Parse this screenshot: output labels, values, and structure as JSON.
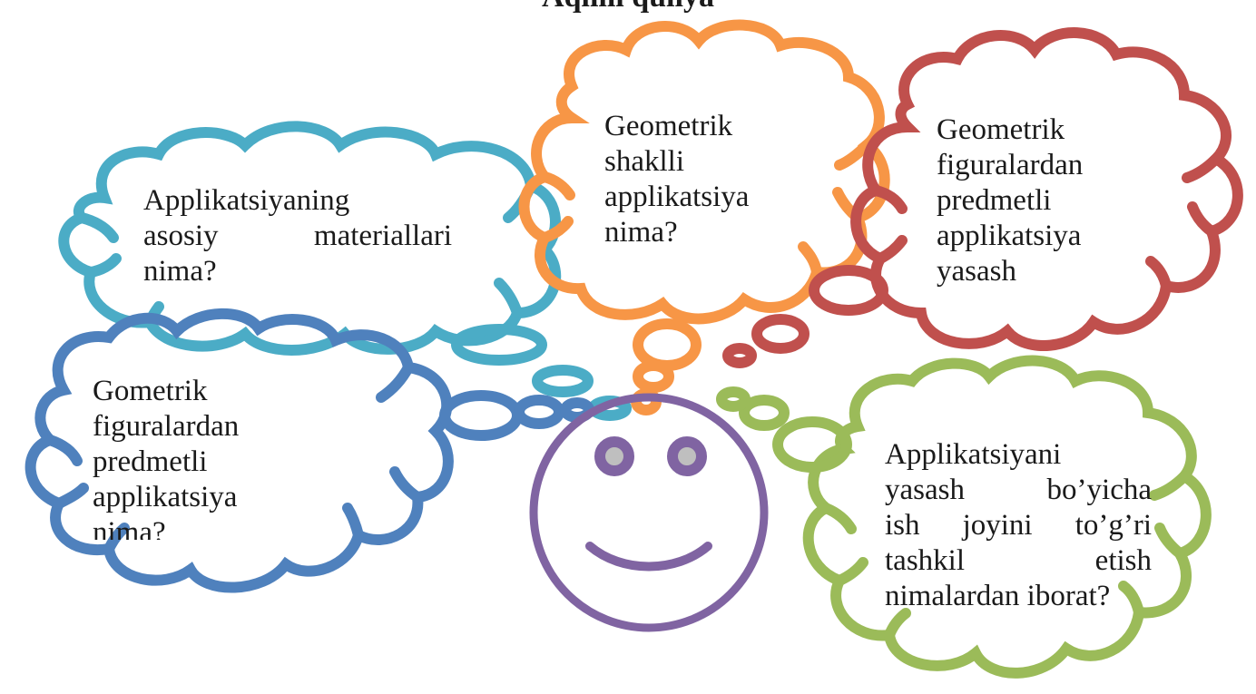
{
  "header": {
    "title": "Aqliiii quiiya"
  },
  "colors": {
    "cyan": "#4BACC6",
    "orange": "#F79646",
    "red": "#C0504D",
    "blue": "#4F81BD",
    "green": "#9BBB59",
    "purple": "#8064A2",
    "eye_fill": "#BFBFBF"
  },
  "bubbles": {
    "cyan": {
      "lines": [
        "Applikatsiyaning",
        "asosiy",
        "materiallari",
        "nima?"
      ]
    },
    "orange": {
      "lines": [
        "Geometrik",
        "shaklli",
        "applikatsiya",
        "nima?"
      ]
    },
    "red": {
      "lines": [
        "Geometrik",
        "figuralardan",
        "predmetli",
        "applikatsiya",
        "yasash"
      ]
    },
    "blue": {
      "lines": [
        "Gometrik",
        "figuralardan",
        "predmetli",
        "applikatsiya",
        "nima?"
      ]
    },
    "green": {
      "lines": [
        "Applikatsiyani",
        "yasash",
        "bo’yicha",
        "ish",
        "joyini",
        "to’g’ri",
        "tashkil",
        "etish",
        "nimalardan iborat?"
      ]
    }
  },
  "icons": {
    "center": "smiley-face-icon"
  }
}
